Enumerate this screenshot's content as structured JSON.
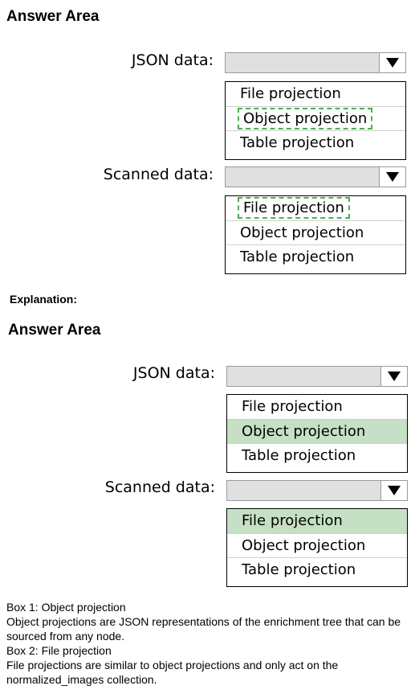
{
  "answer_heading": "Answer Area",
  "explanation_label": "Explanation:",
  "q1_label": "JSON data:",
  "q2_label": "Scanned data:",
  "options": [
    "File projection",
    "Object projection",
    "Table projection"
  ],
  "colors": {
    "correct_highlight": "#c5e0c4",
    "dashed_outline": "#4caf50"
  },
  "icons": {
    "dropdown": "triangle-down"
  },
  "explanation_text": {
    "box1_title": "Box 1: Object projection",
    "box1_body": "Object projections are JSON representations of the enrichment tree that can be sourced from any node.",
    "box2_title": "Box 2: File projection",
    "box2_body": "File projections are similar to object projections and only act on the normalized_images collection."
  }
}
